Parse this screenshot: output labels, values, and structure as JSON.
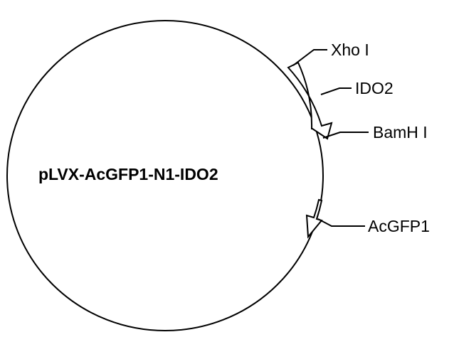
{
  "plasmid": {
    "name": "pLVX-AcGFP1-N1-IDO2"
  },
  "features": [
    {
      "id": "xho1",
      "label": "Xho I",
      "kind": "restriction-site"
    },
    {
      "id": "ido2",
      "label": "IDO2",
      "kind": "gene-arrow"
    },
    {
      "id": "bamh1",
      "label": "BamH I",
      "kind": "restriction-site"
    },
    {
      "id": "acgfp1",
      "label": "AcGFP1",
      "kind": "gene-arrow"
    }
  ],
  "colors": {
    "stroke": "#000000",
    "background": "#ffffff",
    "arrow_fill": "#ffffff"
  }
}
